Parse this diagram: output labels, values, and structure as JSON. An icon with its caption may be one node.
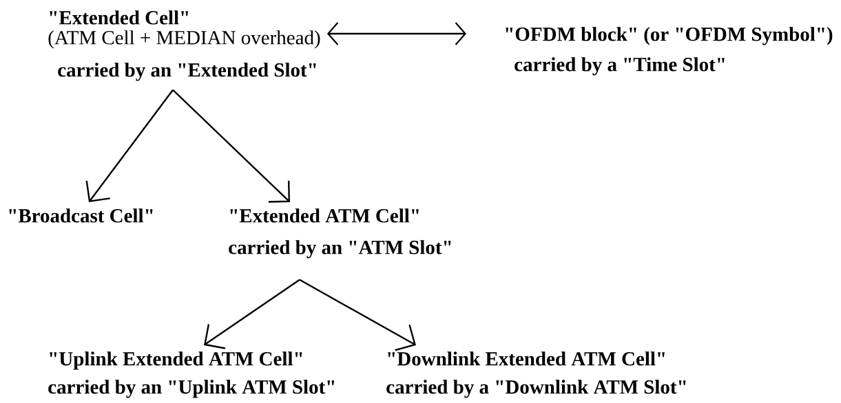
{
  "diagram": {
    "nodes": [
      {
        "text": [
          "\"Extended Cell\"",
          "(ATM Cell + MEDIAN overhead)",
          "carried by an \"Extended Slot\""
        ]
      },
      {
        "text": [
          "\"OFDM block\" (or \"OFDM Symbol\")",
          "carried by a \"Time Slot\""
        ]
      },
      {
        "text": [
          "\"Broadcast Cell\""
        ]
      },
      {
        "text": [
          "\"Extended ATM Cell\"",
          "carried by an \"ATM Slot\""
        ]
      },
      {
        "text": [
          "\"Uplink Extended ATM Cell\"",
          "carried by an \"Uplink ATM Slot\""
        ]
      },
      {
        "text": [
          "\"Downlink Extended ATM Cell\"",
          "carried by a \"Downlink ATM Slot\""
        ]
      }
    ],
    "edges": [
      {
        "from": 0,
        "to": 1,
        "arrow": "both"
      },
      {
        "from": 0,
        "to": 2,
        "arrow": "to"
      },
      {
        "from": 0,
        "to": 3,
        "arrow": "to"
      },
      {
        "from": 3,
        "to": 4,
        "arrow": "to"
      },
      {
        "from": 3,
        "to": 5,
        "arrow": "to"
      }
    ]
  }
}
